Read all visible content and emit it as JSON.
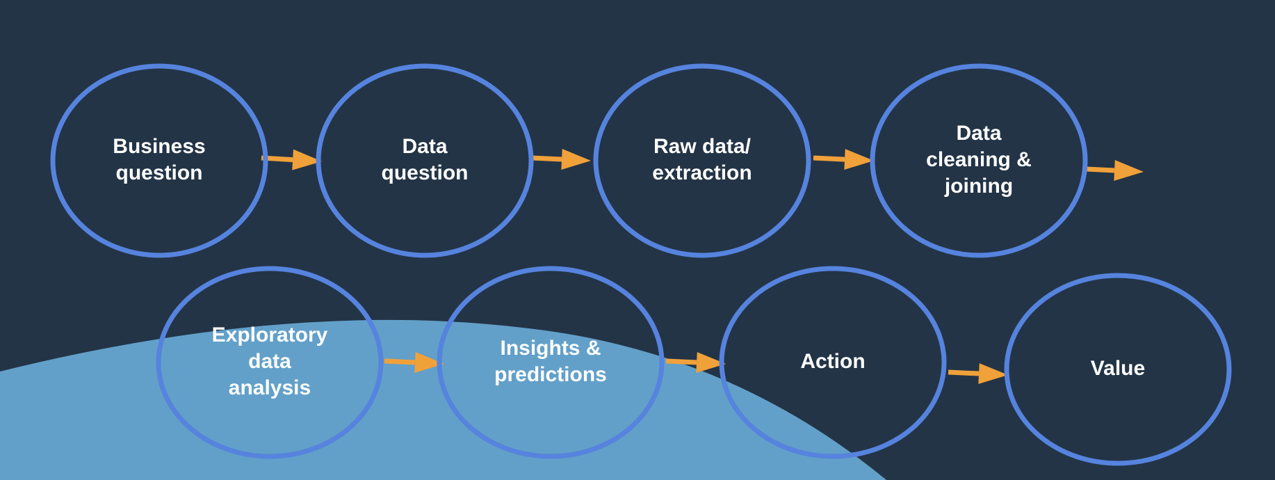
{
  "colors": {
    "background": "#223446",
    "planet": "#62a0c9",
    "node_stroke": "#5583dd",
    "arrow": "#f0a139",
    "text": "#ffffff"
  },
  "nodes": [
    {
      "id": "business-question",
      "lines": [
        "Business",
        "question"
      ]
    },
    {
      "id": "data-question",
      "lines": [
        "Data",
        "question"
      ]
    },
    {
      "id": "raw-data-extraction",
      "lines": [
        "Raw data/",
        "extraction"
      ]
    },
    {
      "id": "data-cleaning-joining",
      "lines": [
        "Data",
        "cleaning &",
        "joining"
      ]
    },
    {
      "id": "exploratory-data-analysis",
      "lines": [
        "Exploratory",
        "data",
        "analysis"
      ]
    },
    {
      "id": "insights-predictions",
      "lines": [
        "Insights &",
        "predictions"
      ]
    },
    {
      "id": "action",
      "lines": [
        "Action"
      ]
    },
    {
      "id": "value",
      "lines": [
        "Value"
      ]
    }
  ],
  "edges": [
    {
      "from": "business-question",
      "to": "data-question"
    },
    {
      "from": "data-question",
      "to": "raw-data-extraction"
    },
    {
      "from": "raw-data-extraction",
      "to": "data-cleaning-joining"
    },
    {
      "from": "data-cleaning-joining",
      "to": ""
    },
    {
      "from": "exploratory-data-analysis",
      "to": "insights-predictions"
    },
    {
      "from": "insights-predictions",
      "to": "action"
    },
    {
      "from": "action",
      "to": "value"
    }
  ]
}
